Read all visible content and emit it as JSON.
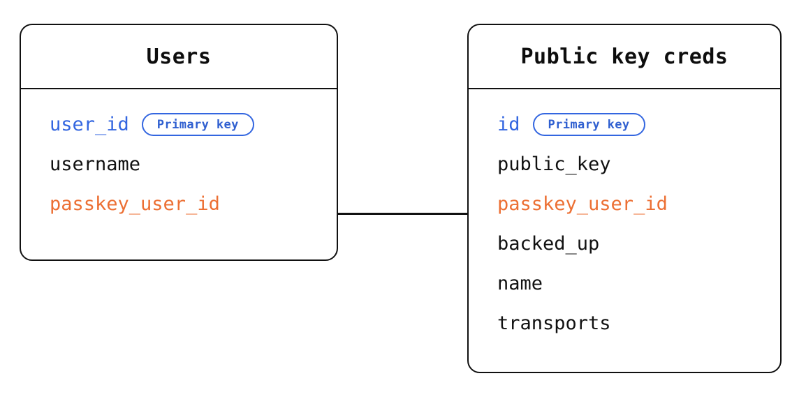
{
  "diagram": {
    "type": "entity-relationship",
    "background": "#ffffff",
    "colors": {
      "border": "#111111",
      "text": "#111111",
      "primary_key": "#3366e0",
      "foreign_key": "#ec6f33"
    },
    "entities": [
      {
        "id": "users",
        "title": "Users",
        "fields": [
          {
            "name": "user_id",
            "role": "primary_key",
            "badge": "Primary key"
          },
          {
            "name": "username",
            "role": "plain",
            "badge": null
          },
          {
            "name": "passkey_user_id",
            "role": "foreign_key",
            "badge": null
          }
        ]
      },
      {
        "id": "public_key_creds",
        "title": "Public key creds",
        "fields": [
          {
            "name": "id",
            "role": "primary_key",
            "badge": "Primary key"
          },
          {
            "name": "public_key",
            "role": "plain",
            "badge": null
          },
          {
            "name": "passkey_user_id",
            "role": "foreign_key",
            "badge": null
          },
          {
            "name": "backed_up",
            "role": "plain",
            "badge": null
          },
          {
            "name": "name",
            "role": "plain",
            "badge": null
          },
          {
            "name": "transports",
            "role": "plain",
            "badge": null
          }
        ]
      }
    ],
    "relationships": [
      {
        "from_entity": "users",
        "from_field": "passkey_user_id",
        "to_entity": "public_key_creds",
        "to_field": "passkey_user_id",
        "style": "straight-line"
      }
    ]
  }
}
